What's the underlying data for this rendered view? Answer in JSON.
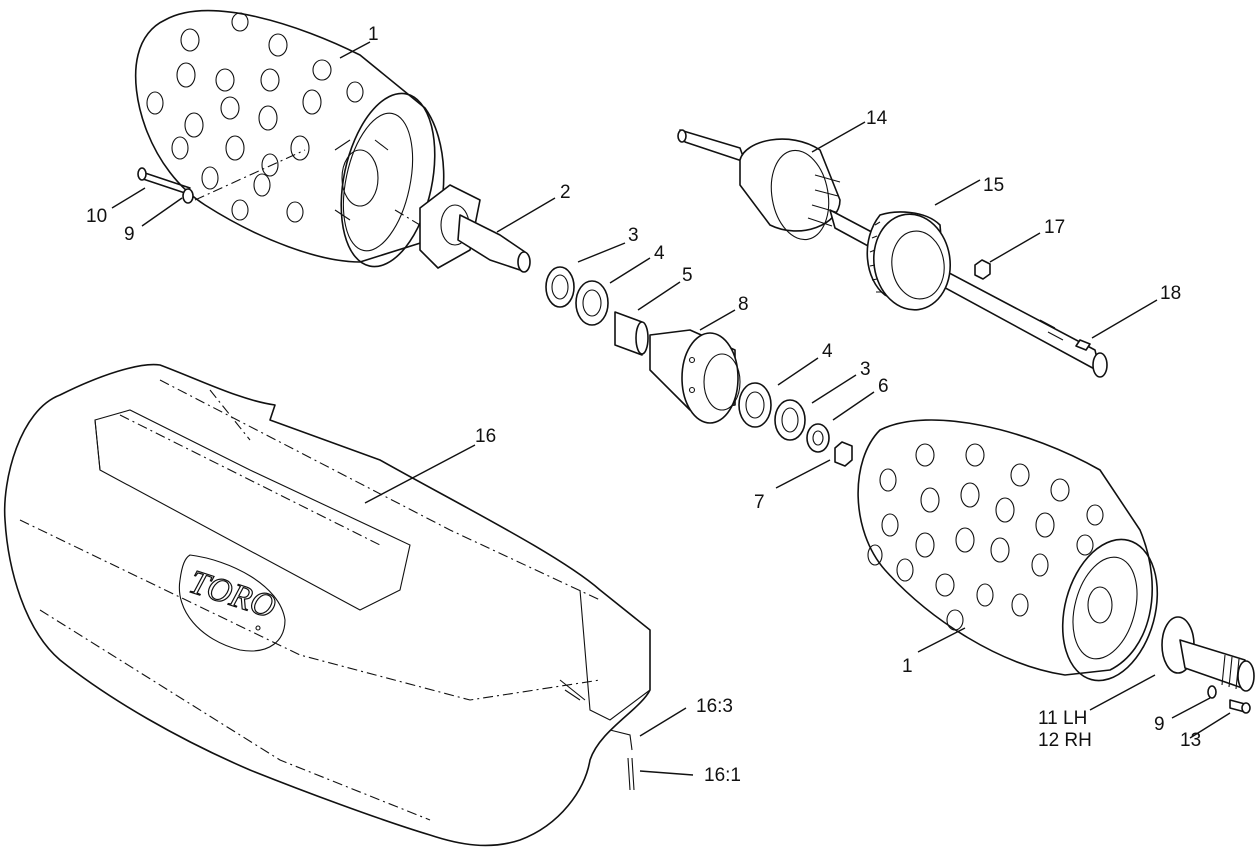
{
  "callouts": {
    "c1a": "1",
    "c1b": "1",
    "c2": "2",
    "c3a": "3",
    "c3b": "3",
    "c4a": "4",
    "c4b": "4",
    "c5": "5",
    "c6": "6",
    "c7": "7",
    "c8": "8",
    "c9a": "9",
    "c9b": "9",
    "c10": "10",
    "c11": "11 LH",
    "c12": "12 RH",
    "c13": "13",
    "c14": "14",
    "c15": "15",
    "c16": "16",
    "c16_1": "16:1",
    "c16_3": "16:3",
    "c17": "17",
    "c18": "18"
  },
  "logo_text": "TORO"
}
